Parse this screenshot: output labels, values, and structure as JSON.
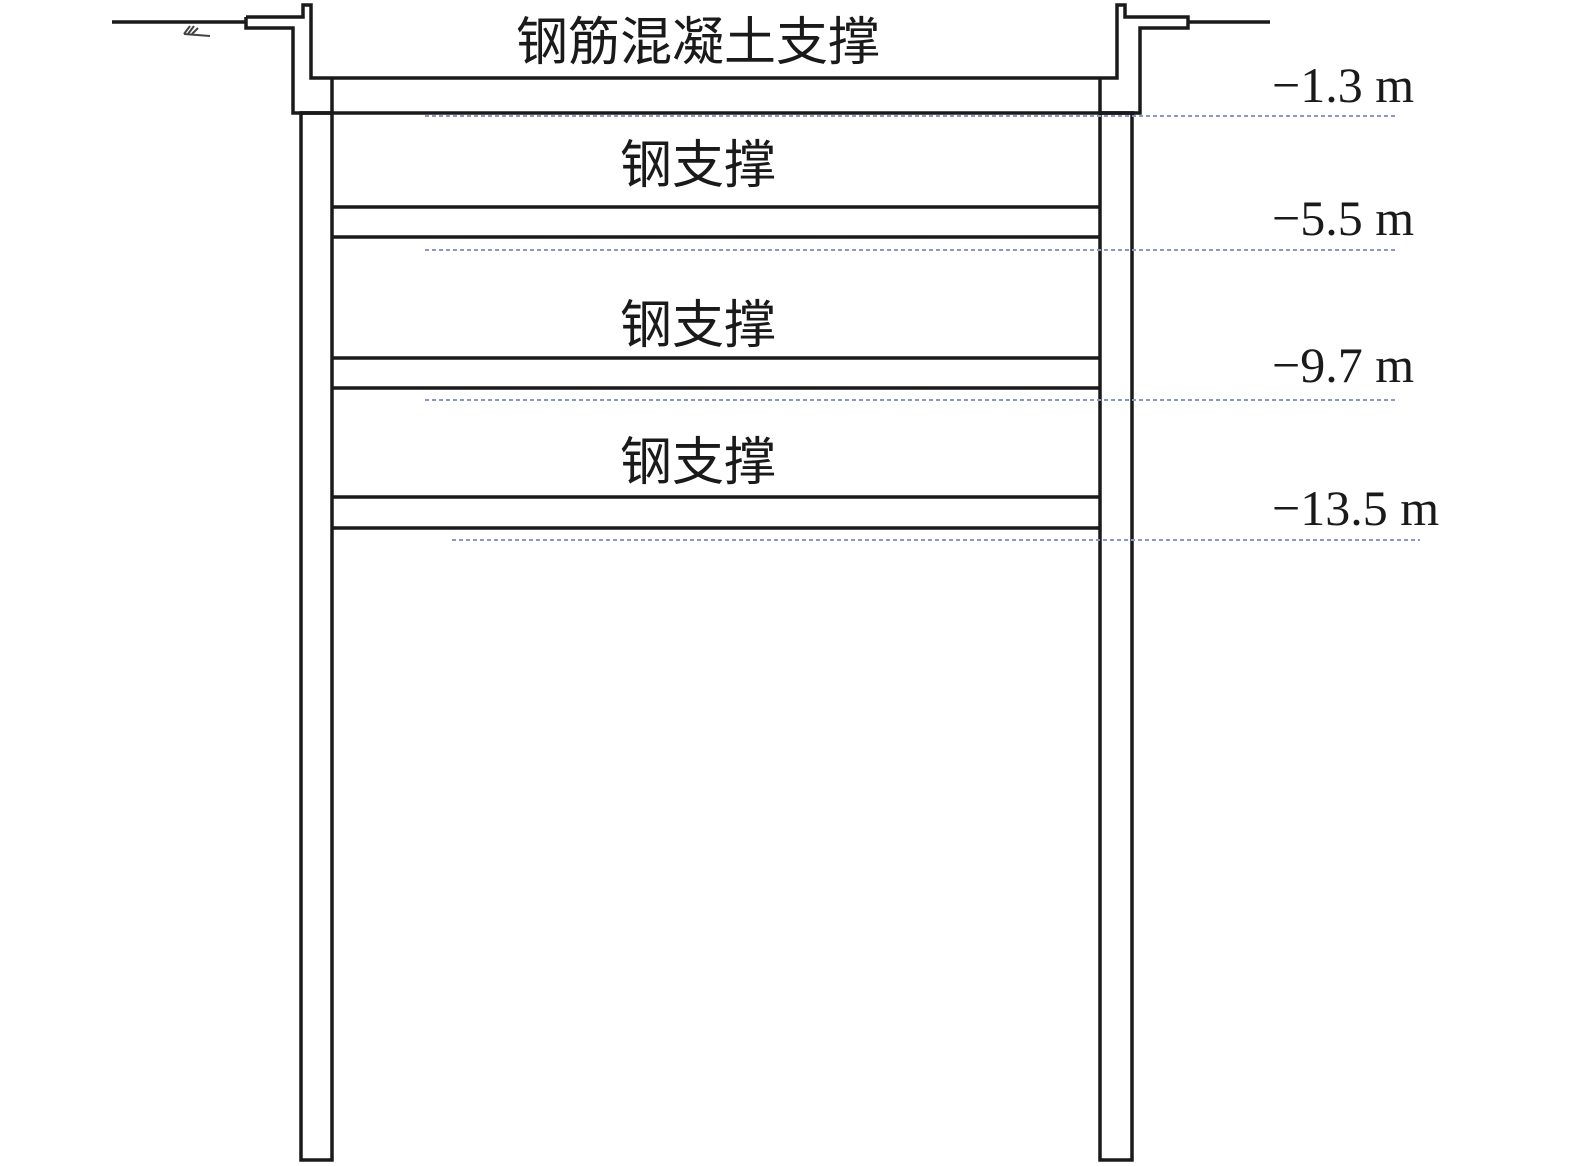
{
  "labels": {
    "concrete_strut": "钢筋混凝土支撑",
    "steel_struts": [
      "钢支撑",
      "钢支撑",
      "钢支撑"
    ]
  },
  "levels": [
    "−1.3 m",
    "−5.5 m",
    "−9.7 m",
    "−13.5 m"
  ],
  "colors": {
    "line": "#1a1a1a",
    "level_dotted": "#8a97c8"
  }
}
